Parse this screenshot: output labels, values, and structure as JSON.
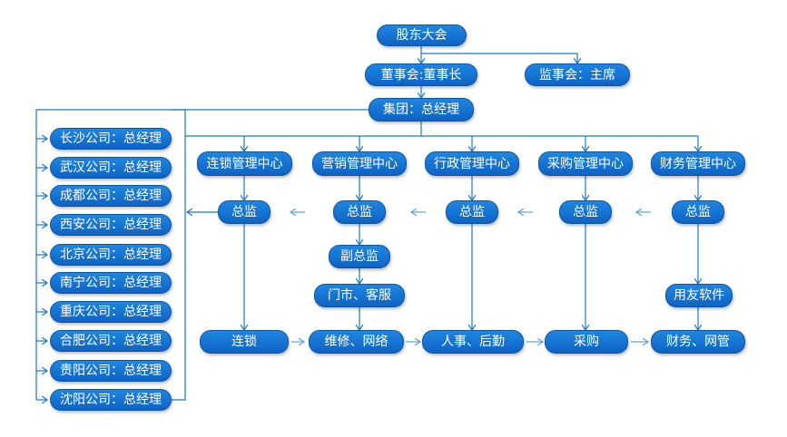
{
  "top": {
    "shareholders": "股东大会",
    "board": "董事会:董事长",
    "supervisory": "监事会：主席",
    "group": "集团：总经理"
  },
  "branches": [
    "长沙公司：总经理",
    "武汉公司：总经理",
    "成都公司：总经理",
    "西安公司：总经理",
    "北京公司：总经理",
    "南宁公司：总经理",
    "重庆公司：总经理",
    "合肥公司：总经理",
    "贵阳公司：总经理",
    "沈阳公司：总经理"
  ],
  "centers": [
    {
      "name": "连锁管理中心",
      "director": "总监",
      "bottom": "连锁"
    },
    {
      "name": "营销管理中心",
      "director": "总监",
      "deputy": "副总监",
      "service": "门市、客服",
      "bottom": "维修、网络"
    },
    {
      "name": "行政管理中心",
      "director": "总监",
      "bottom": "人事、后勤"
    },
    {
      "name": "采购管理中心",
      "director": "总监",
      "bottom": "采购"
    },
    {
      "name": "财务管理中心",
      "director": "总监",
      "software": "用友软件",
      "bottom": "财务、网管"
    }
  ],
  "colors": {
    "node_top": "#1f86e0",
    "node_bottom": "#0e63c4",
    "line": "#1f78c8",
    "arrow": "#5aa3e0"
  }
}
